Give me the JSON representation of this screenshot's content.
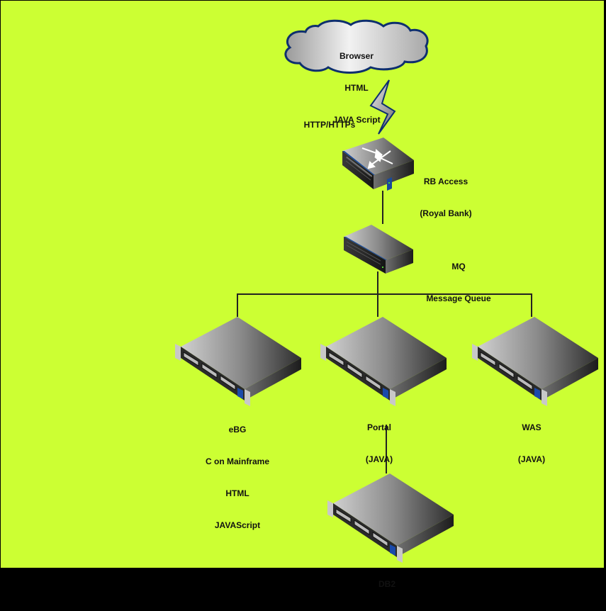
{
  "diagram": {
    "background_color": "#ccff33",
    "connector_color": "#222222",
    "nodes": {
      "browser": {
        "type": "cloud",
        "lines": [
          "Browser",
          "HTML",
          "JAVA Script"
        ]
      },
      "protocol": {
        "type": "lightning",
        "label": "HTTP/HTTPs"
      },
      "rb_access": {
        "type": "router-switch",
        "lines": [
          "RB Access",
          "(Royal Bank)"
        ]
      },
      "mq": {
        "type": "switch",
        "lines": [
          "MQ",
          "Message Queue"
        ]
      },
      "ebg": {
        "type": "rack-server",
        "lines": [
          "eBG",
          "C on Mainframe",
          "HTML",
          "JAVAScript"
        ]
      },
      "portal": {
        "type": "rack-server",
        "lines": [
          "Portal",
          "(JAVA)"
        ]
      },
      "was": {
        "type": "rack-server",
        "lines": [
          "WAS",
          "(JAVA)"
        ]
      },
      "db2": {
        "type": "rack-server",
        "lines": [
          "DB2"
        ]
      }
    },
    "edges": [
      {
        "from": "browser",
        "to": "rb_access",
        "style": "lightning",
        "label": "HTTP/HTTPs"
      },
      {
        "from": "rb_access",
        "to": "mq",
        "style": "line"
      },
      {
        "from": "mq",
        "to": "ebg",
        "style": "line"
      },
      {
        "from": "mq",
        "to": "portal",
        "style": "line"
      },
      {
        "from": "mq",
        "to": "was",
        "style": "line"
      },
      {
        "from": "portal",
        "to": "db2",
        "style": "line"
      }
    ]
  }
}
